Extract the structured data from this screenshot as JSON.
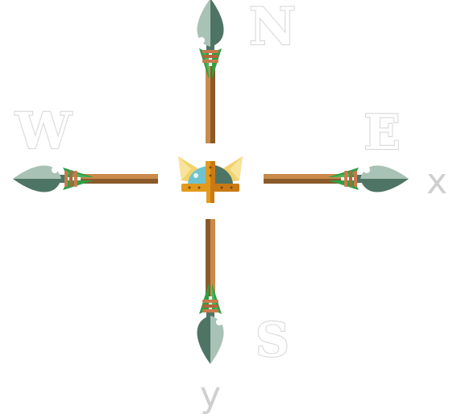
{
  "compass": {
    "north_label": "N",
    "south_label": "S",
    "east_label": "E",
    "west_label": "W"
  },
  "axes": {
    "x_label": "x",
    "y_label": "y"
  },
  "colors": {
    "arrowhead_light": "#a9c2b6",
    "arrowhead_dark": "#4e7466",
    "shaft_light": "#c98a4b",
    "shaft_dark": "#8a5a2b",
    "binding": "#c97a4c",
    "fletching": "#2f9e44",
    "helmet_wing": "#f2d36b",
    "helmet_dome": "#6fc3cf",
    "helmet_band": "#e39a1c",
    "axis_label": "#cfcfcf",
    "letter_outline": "#d9d9d9"
  },
  "icons": {
    "center": "viking-helmet-icon",
    "arrow": "spear-arrow-icon"
  }
}
